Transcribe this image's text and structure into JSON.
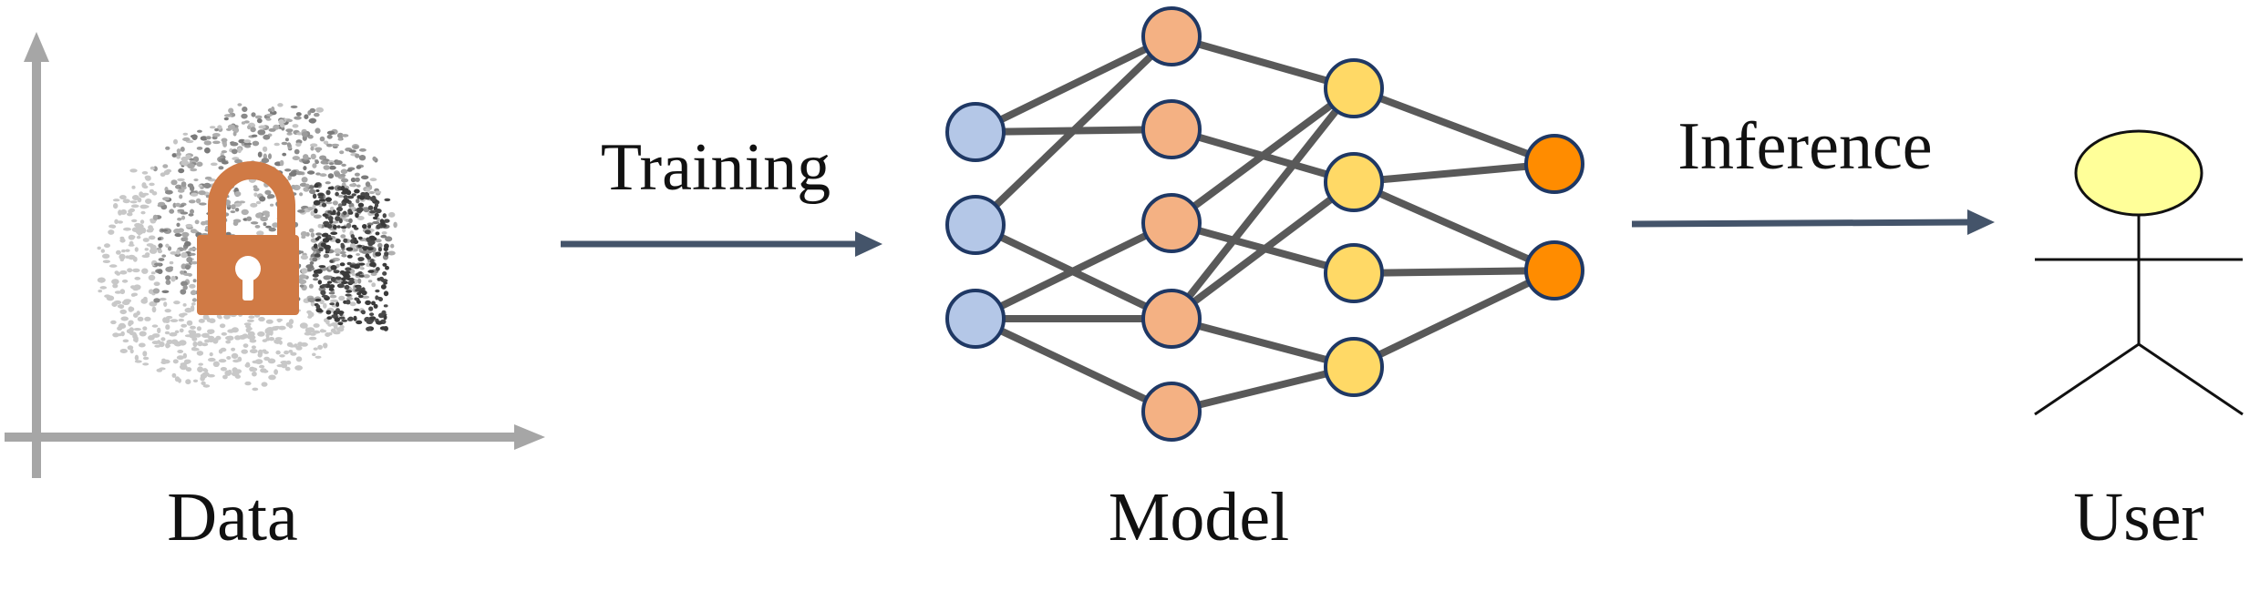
{
  "labels": {
    "data": "Data",
    "training": "Training",
    "model": "Model",
    "inference": "Inference",
    "user": "User"
  },
  "colors": {
    "axis": "#a6a6a6",
    "arrow": "#44546a",
    "lock": "#d07a45",
    "input_node": "#b4c7e7",
    "hidden1_node": "#f4b183",
    "hidden2_node": "#ffd966",
    "output_node": "#ff8c00",
    "node_stroke": "#1f3864",
    "edge": "#595959",
    "user_head": "#ffff99"
  },
  "network": {
    "layers": [
      {
        "name": "input",
        "count": 3
      },
      {
        "name": "hidden-1",
        "count": 5
      },
      {
        "name": "hidden-2",
        "count": 4
      },
      {
        "name": "output",
        "count": 2
      }
    ]
  },
  "icons": [
    "lock-icon",
    "user-stick-figure-icon",
    "scatter-data-icon"
  ]
}
